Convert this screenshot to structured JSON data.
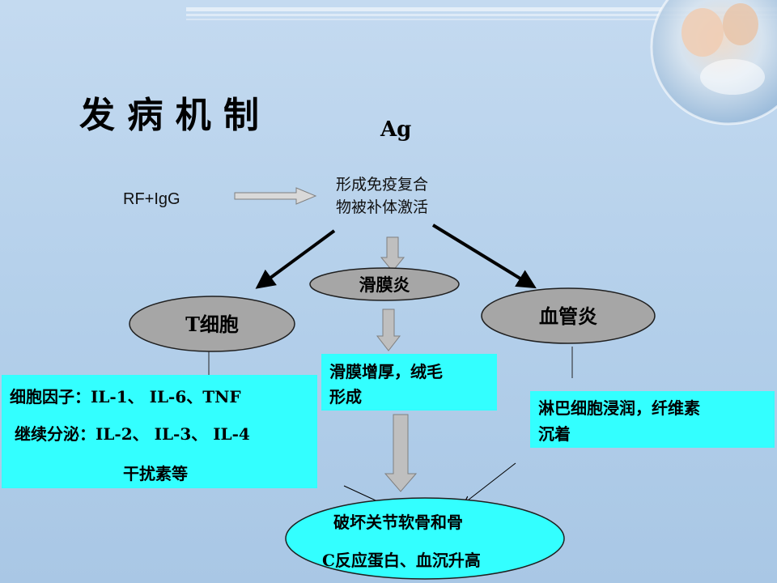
{
  "slide": {
    "title": "发 病 机 制",
    "antigen": "Ag",
    "rf_igg": "RF+IgG",
    "complex": [
      "形成免疫复合",
      "物被补体激活"
    ],
    "synovitis": "滑膜炎",
    "t_cell": "T细胞",
    "vasculitis": "血管炎",
    "cytokines": [
      "细胞因子：IL-1、 IL-6、TNF",
      "继续分泌：IL-2、 IL-3、 IL-4",
      "干扰素等"
    ],
    "synovium": [
      "滑膜增厚，绒毛",
      "形成"
    ],
    "vascular": [
      "淋巴细胞浸润，纤维素",
      "沉着"
    ],
    "outcome": [
      "破坏关节软骨和骨",
      "C反应蛋白、血沉升高"
    ]
  },
  "colors": {
    "background": "#b3cfea",
    "cyan_box": "#33ffff",
    "gray_ellipse": "#a6a6a6",
    "block_arrow": "#bfbfbf",
    "arrow_black": "#000000"
  },
  "icons": {
    "corner_photo": "mother-baby-photo-icon",
    "block_arrows": "down-arrow-icon",
    "hollow_arrow": "right-arrow-icon"
  }
}
